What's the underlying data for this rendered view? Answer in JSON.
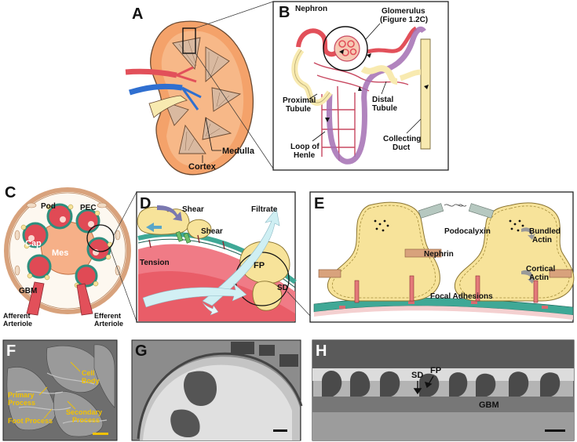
{
  "panels": {
    "a": {
      "letter": "A",
      "medulla": "Medulla",
      "cortex": "Cortex"
    },
    "b": {
      "letter": "B",
      "nephron": "Nephron",
      "glomerulus_1": "Glomerulus",
      "glomerulus_2": "(Figure 1.2C)",
      "proximal_1": "Proximal",
      "proximal_2": "Tubule",
      "distal_1": "Distal",
      "distal_2": "Tubule",
      "loop_1": "Loop of",
      "loop_2": "Henle",
      "collecting_1": "Collecting",
      "collecting_2": "Duct"
    },
    "c": {
      "letter": "C",
      "pod": "Pod",
      "pec": "PEC",
      "cap": "Cap",
      "mes": "Mes",
      "gbm": "GBM",
      "afferent_1": "Afferent",
      "afferent_2": "Arteriole",
      "efferent_1": "Efferent",
      "efferent_2": "Arteriole"
    },
    "d": {
      "letter": "D",
      "shear_1": "Shear",
      "shear_2": "Shear",
      "filtrate": "Filtrate",
      "tension": "Tension",
      "fp": "FP",
      "sd": "SD"
    },
    "e": {
      "letter": "E",
      "podocalyxin": "Podocalyxin",
      "bundled_1": "Bundled",
      "bundled_2": "Actin",
      "nephrin": "Nephrin",
      "cortical_1": "Cortical",
      "cortical_2": "Actin",
      "focal": "Focal Adhesions"
    },
    "f": {
      "letter": "F",
      "cell_1": "Cell",
      "cell_2": "Body",
      "primary_1": "Primary",
      "primary_2": "Process",
      "secondary_1": "Secondary",
      "secondary_2": "Process",
      "foot": "Foot Process"
    },
    "g": {
      "letter": "G"
    },
    "h": {
      "letter": "H",
      "sd": "SD",
      "fp": "FP",
      "gbm": "GBM"
    }
  },
  "colors": {
    "kidney_orange": "#f4a26a",
    "pyramid_tan": "#d9b9a0",
    "vessel_red": "#e2505a",
    "vessel_blue": "#2f6fd0",
    "tubule_cream": "#f8eab0",
    "loop_purple": "#a36fb3",
    "podocyte_yellow": "#f7e39a",
    "gbm_teal": "#3fa896",
    "nephrin_tan": "#d8a27c",
    "podocalyxin_grey": "#b6c8c0",
    "flow_lightblue": "#cfeff3",
    "em_grey": "#8a8a8a",
    "sem_label_yellow": "#f2c200"
  }
}
